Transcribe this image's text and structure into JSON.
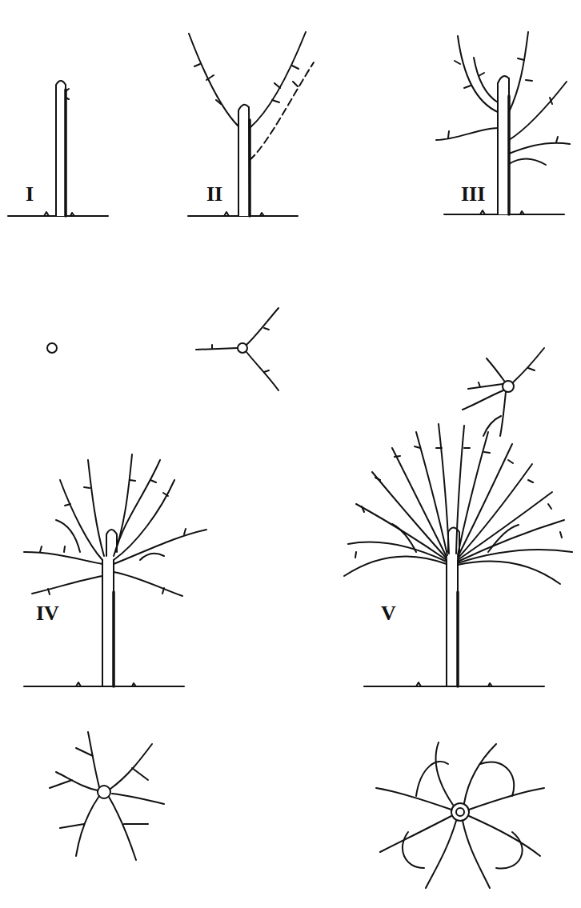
{
  "diagram": {
    "labels": [
      "I",
      "II",
      "III",
      "IV",
      "V"
    ]
  }
}
